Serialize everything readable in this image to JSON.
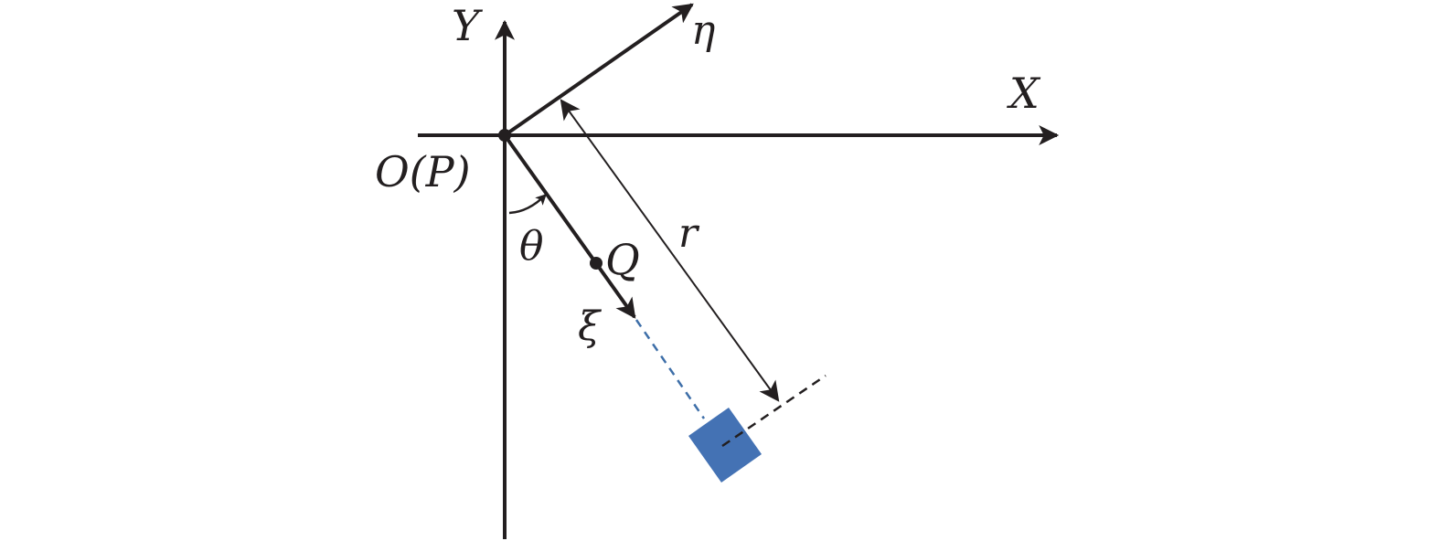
{
  "labels": {
    "x_axis": "X",
    "y_axis": "Y",
    "eta_axis": "η",
    "xi_axis": "ξ",
    "origin": "O(P)",
    "point_q": "Q",
    "angle": "θ",
    "distance": "r"
  },
  "colors": {
    "ink": "#231f20",
    "block": "#4472b4",
    "blue_dash": "#3d6ea8"
  }
}
